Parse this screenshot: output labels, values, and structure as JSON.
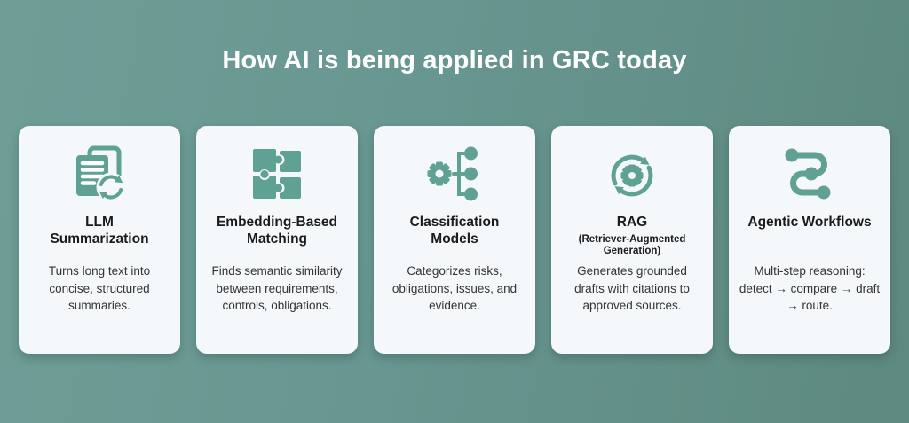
{
  "header": {
    "title": "How AI is being applied in GRC today"
  },
  "theme": {
    "background_gradient_left": "#6f9e97",
    "background_gradient_right": "#5d897f",
    "card_background": "#f4f8fa",
    "icon_color": "#5fa193",
    "main_title_color": "#ffffff",
    "card_title_color": "#1b1b1b",
    "card_text_color": "#333333"
  },
  "cards": [
    {
      "icon": "document-refresh-icon",
      "title": "LLM Summarization",
      "description": "Turns long text into concise, structured summaries."
    },
    {
      "icon": "puzzle-pieces-icon",
      "title": "Embedding-Based Matching",
      "description": "Finds semantic similarity between requirements, controls, obligations."
    },
    {
      "icon": "gear-hierarchy-icon",
      "title": "Classification Models",
      "description": "Categorizes risks, obligations, issues, and evidence."
    },
    {
      "icon": "sync-gear-icon",
      "title": "RAG",
      "subtitle": "(Retriever-Augmented Generation)",
      "description": "Generates grounded drafts with citations to approved sources."
    },
    {
      "icon": "workflow-path-icon",
      "title": "Agentic Workflows",
      "description": "Multi-step reasoning: detect → compare → draft → route."
    }
  ]
}
